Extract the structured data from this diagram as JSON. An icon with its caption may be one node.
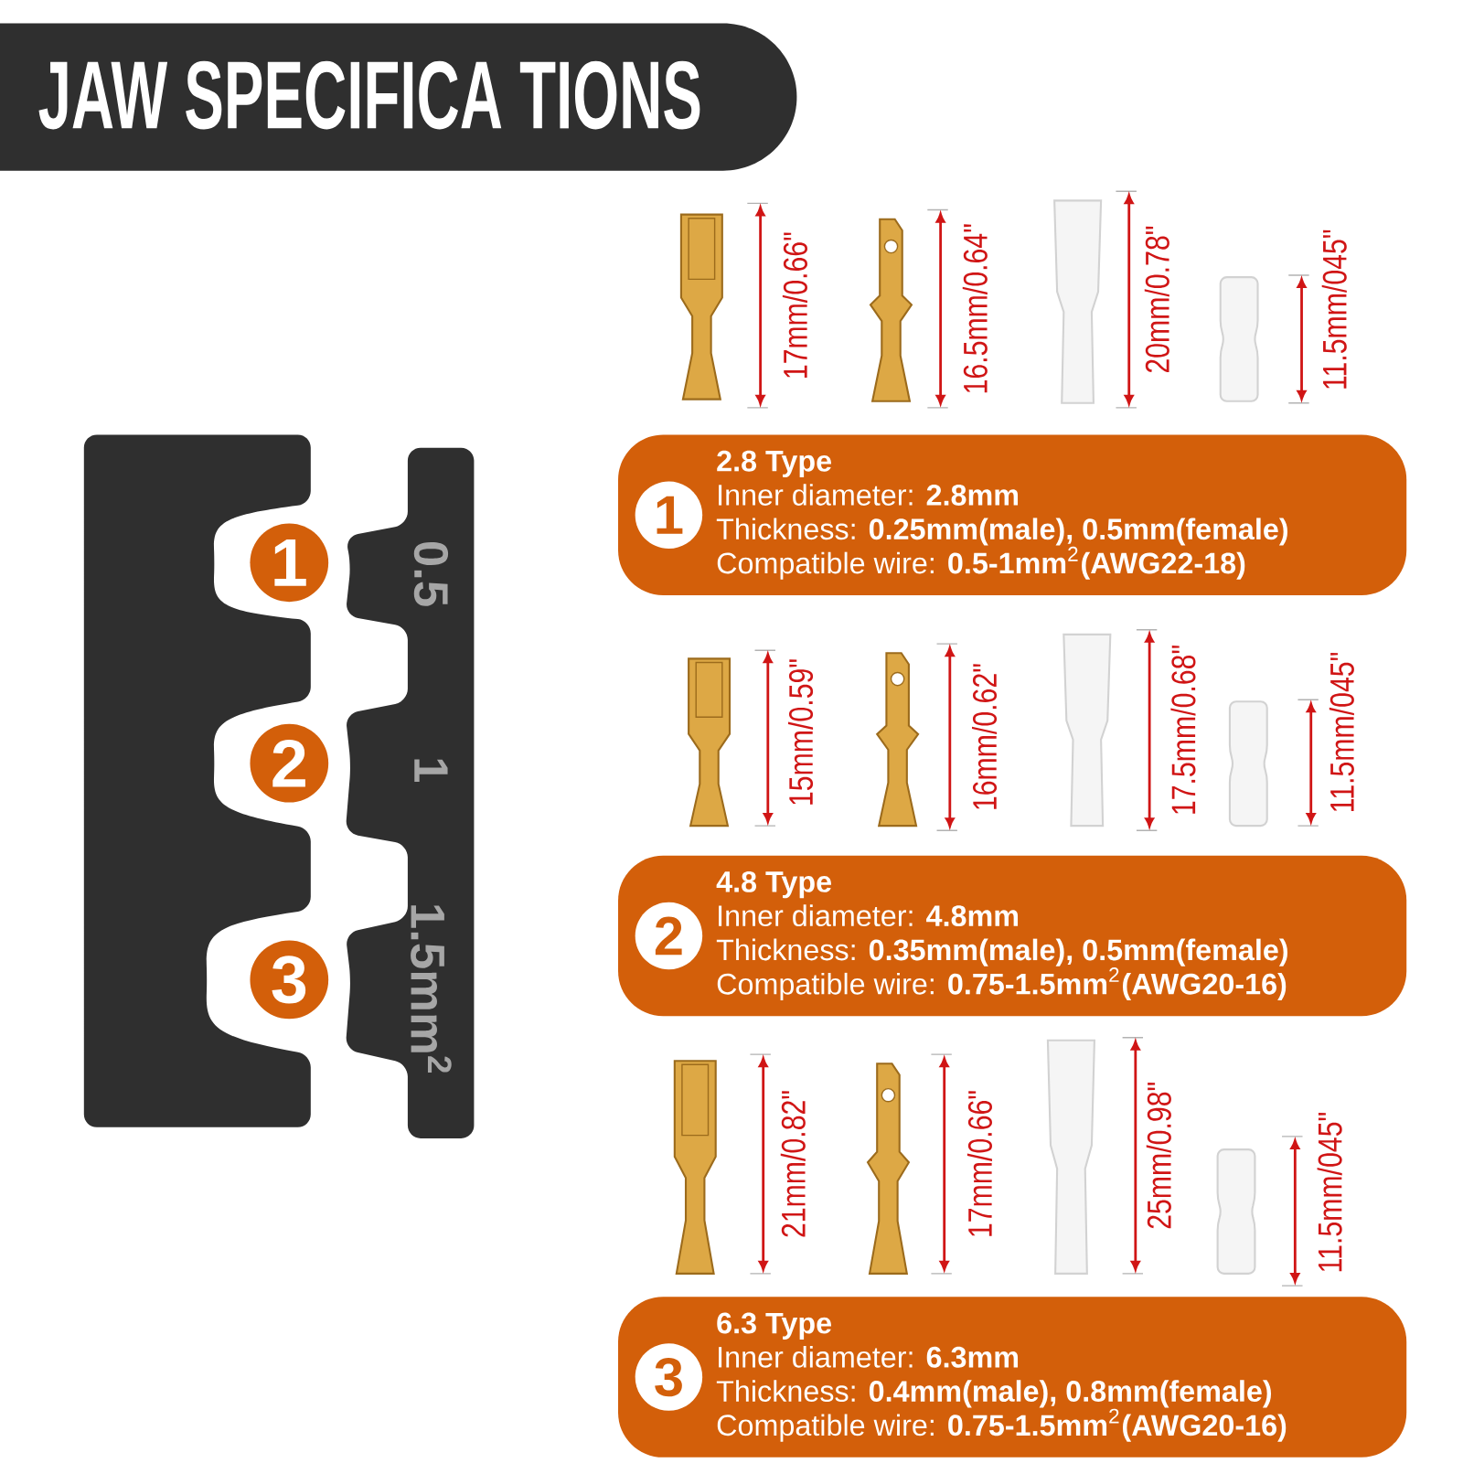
{
  "diagram": {
    "title": "JAW SPECIFICA TIONS",
    "nodes": [
      {
        "text": [
          "2.8 Type",
          "Inner diameter: **2.8mm**",
          "Thickness: **0.25mm(male), 0.5mm(female)**",
          "Compatible wire: **0.5-1mm**$^{2}$**(AWG22-18)**"
        ]
      },
      {
        "text": [
          "1"
        ],
        "in": 0
      },
      {
        "text": [
          "4.8 Type",
          "Inner diameter: **4.8mm**",
          "Thickness: **0.35mm(male), 0.5mm(female)**",
          "Compatible wire: **0.75-1.5mm**$^{2}$**(AWG20-16)**"
        ]
      },
      {
        "text": [
          "2"
        ],
        "in": 2
      },
      {
        "text": [
          "6.3 Type",
          "Inner diameter: **6.3mm**",
          "Thickness: **0.4mm(male), 0.8mm(female)**",
          "Compatible wire: **0.75-1.5mm**$^{2}$**(AWG20-16)**"
        ]
      },
      {
        "text": [
          "3"
        ],
        "in": 4
      },
      {
        "text": [
          "1"
        ]
      },
      {
        "text": [
          "2"
        ]
      },
      {
        "text": [
          "3"
        ]
      }
    ],
    "labels": [
      "17mm/0.66\"",
      "16.5mm/0.64\"",
      "20mm/0.78\"",
      "11.5mm/045\"",
      "0.5",
      "15mm/0.59\"",
      "16mm/0.62\"",
      "17.5mm/0.68\"",
      "11.5mm/045\"",
      "1",
      "1.5mm$^{2}$",
      "21mm/0.82\"",
      "17mm/0.66\"",
      "25mm/0.98\"",
      "11.5mm/045\""
    ]
  }
}
